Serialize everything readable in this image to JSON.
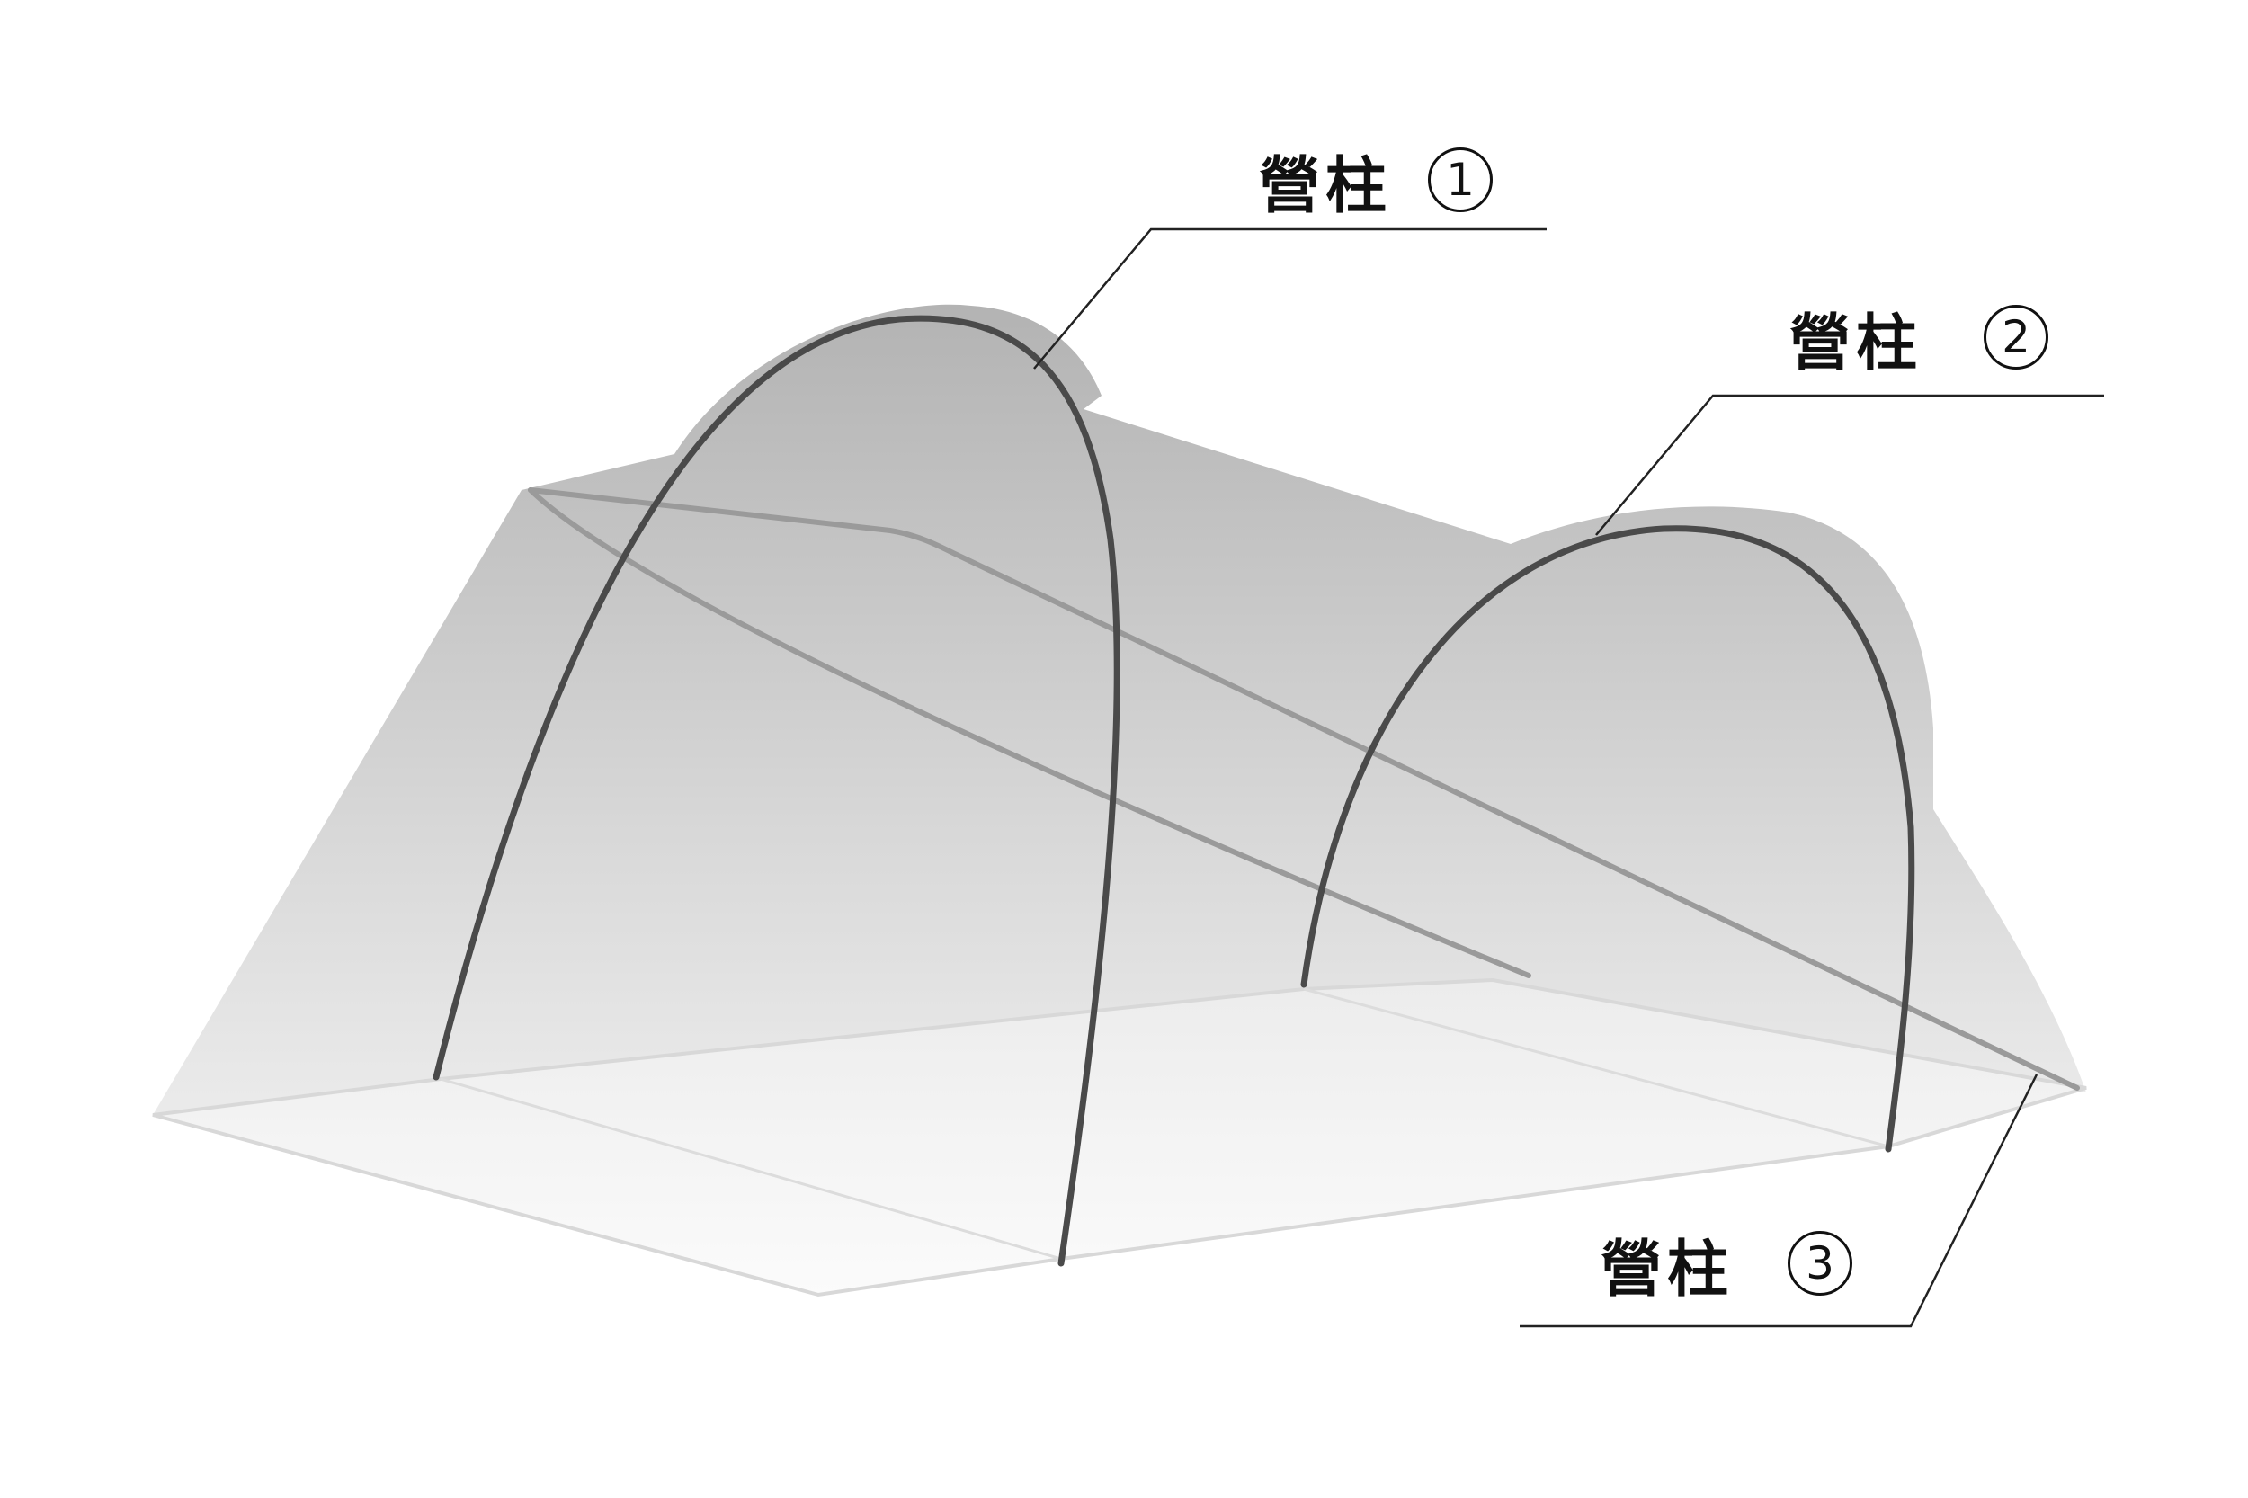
{
  "labels": [
    {
      "text": "營柱",
      "number": "1"
    },
    {
      "text": "營柱",
      "number": "2"
    },
    {
      "text": "營柱",
      "number": "3"
    }
  ],
  "colors": {
    "background": "#ffffff",
    "tent_fill_top": "#b9b9b9",
    "tent_fill_bottom": "#f5f5f5",
    "arch_pole": "#4a4a4a",
    "ridge_pole": "#9a9a9a",
    "floor_outline": "#d8d8d8",
    "leader_line": "#222222"
  }
}
